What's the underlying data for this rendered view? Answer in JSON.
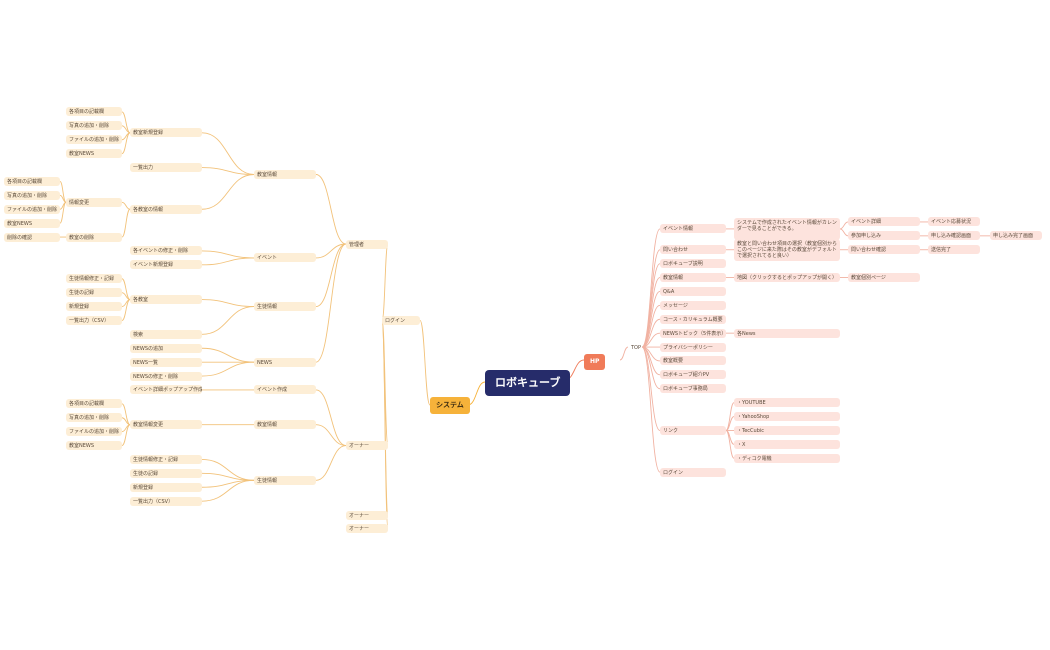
{
  "root": "ロボキューブ",
  "left": {
    "label": "システム",
    "children": [
      {
        "label": "ログイン",
        "children": [
          {
            "label": "管理者",
            "children": [
              {
                "label": "教室情報",
                "children": [
                  {
                    "label": "教室新規登録",
                    "children": [
                      {
                        "label": "各項目の記載欄"
                      },
                      {
                        "label": "写真の追加・削除"
                      },
                      {
                        "label": "ファイルの追加・削除"
                      },
                      {
                        "label": "教室NEWS"
                      }
                    ]
                  },
                  {
                    "label": "一覧出力"
                  },
                  {
                    "label": "各教室の情報",
                    "children": [
                      {
                        "label": "情報変更",
                        "children": [
                          {
                            "label": "各項目の記載欄"
                          },
                          {
                            "label": "写真の追加・削除"
                          },
                          {
                            "label": "ファイルの追加・削除"
                          },
                          {
                            "label": "教室NEWS"
                          }
                        ]
                      },
                      {
                        "label": "教室の削除",
                        "children": [
                          {
                            "label": "削除の確認"
                          }
                        ]
                      }
                    ]
                  }
                ]
              },
              {
                "label": "イベント",
                "children": [
                  {
                    "label": "各イベントの修正・削除"
                  },
                  {
                    "label": "イベント新規登録"
                  }
                ]
              },
              {
                "label": "生徒情報",
                "children": [
                  {
                    "label": "各教室",
                    "children": [
                      {
                        "label": "生徒情報修正・記録"
                      },
                      {
                        "label": "生徒の記録"
                      },
                      {
                        "label": "新規登録"
                      },
                      {
                        "label": "一覧出力（CSV）"
                      }
                    ]
                  },
                  {
                    "label": "検索"
                  }
                ]
              },
              {
                "label": "NEWS",
                "children": [
                  {
                    "label": "NEWSの追加"
                  },
                  {
                    "label": "NEWS一覧"
                  },
                  {
                    "label": "NEWSの修正・削除"
                  }
                ]
              }
            ]
          },
          {
            "label": "オーナー",
            "children": [
              {
                "label": "イベント作成",
                "children": [
                  {
                    "label": "イベント詳細ポップアップ作成"
                  }
                ]
              },
              {
                "label": "教室情報",
                "children": [
                  {
                    "label": "教室情報変更",
                    "children": [
                      {
                        "label": "各項目の記載欄"
                      },
                      {
                        "label": "写真の追加・削除"
                      },
                      {
                        "label": "ファイルの追加・削除"
                      },
                      {
                        "label": "教室NEWS"
                      }
                    ]
                  }
                ]
              },
              {
                "label": "生徒情報",
                "children": [
                  {
                    "label": "生徒情報修正・記録"
                  },
                  {
                    "label": "生徒の記録"
                  },
                  {
                    "label": "新規登録"
                  },
                  {
                    "label": "一覧出力（CSV）"
                  }
                ]
              }
            ]
          },
          {
            "label": "オーナー"
          },
          {
            "label": "オーナー"
          }
        ]
      }
    ]
  },
  "right": {
    "label": "HP",
    "children": [
      {
        "label": "TOP",
        "children": [
          {
            "label": "イベント情報",
            "children": [
              {
                "label": "システムで作成されたイベント情報がカレンダーで見ることができる。",
                "children": [
                  {
                    "label": "イベント詳細",
                    "children": [
                      {
                        "label": "イベント応募状況"
                      }
                    ]
                  },
                  {
                    "label": "参加申し込み",
                    "children": [
                      {
                        "label": "申し込み確認画面",
                        "children": [
                          {
                            "label": "申し込み完了画面"
                          }
                        ]
                      }
                    ]
                  }
                ]
              }
            ]
          },
          {
            "label": "問い合わせ",
            "children": [
              {
                "label": "教室と問い合わせ項目の選択（教室個別からこのページに来た際はその教室がデフォルトで選択されてると良い）",
                "children": [
                  {
                    "label": "問い合わせ確認",
                    "children": [
                      {
                        "label": "送信完了"
                      }
                    ]
                  }
                ]
              }
            ]
          },
          {
            "label": "ロボキューブ説明"
          },
          {
            "label": "教室情報",
            "children": [
              {
                "label": "地図（クリックするとポップアップが開く）",
                "children": [
                  {
                    "label": "教室個別ページ"
                  }
                ]
              }
            ]
          },
          {
            "label": "Q&A"
          },
          {
            "label": "メッセージ"
          },
          {
            "label": "コース・カリキュラム概要"
          },
          {
            "label": "NEWSトピック（5件表示）",
            "children": [
              {
                "label": "各News"
              }
            ]
          },
          {
            "label": "プライバシーポリシー"
          },
          {
            "label": "教室概要"
          },
          {
            "label": "ロボキューブ紹介PV"
          },
          {
            "label": "ロボキューブ事務局"
          },
          {
            "label": "リンク",
            "children": [
              {
                "label": "・YOUTUBE"
              },
              {
                "label": "・YahooShop"
              },
              {
                "label": "・TecCubic"
              },
              {
                "label": "・X"
              },
              {
                "label": "・ディコク電機"
              }
            ]
          },
          {
            "label": "ログイン"
          }
        ]
      }
    ]
  }
}
